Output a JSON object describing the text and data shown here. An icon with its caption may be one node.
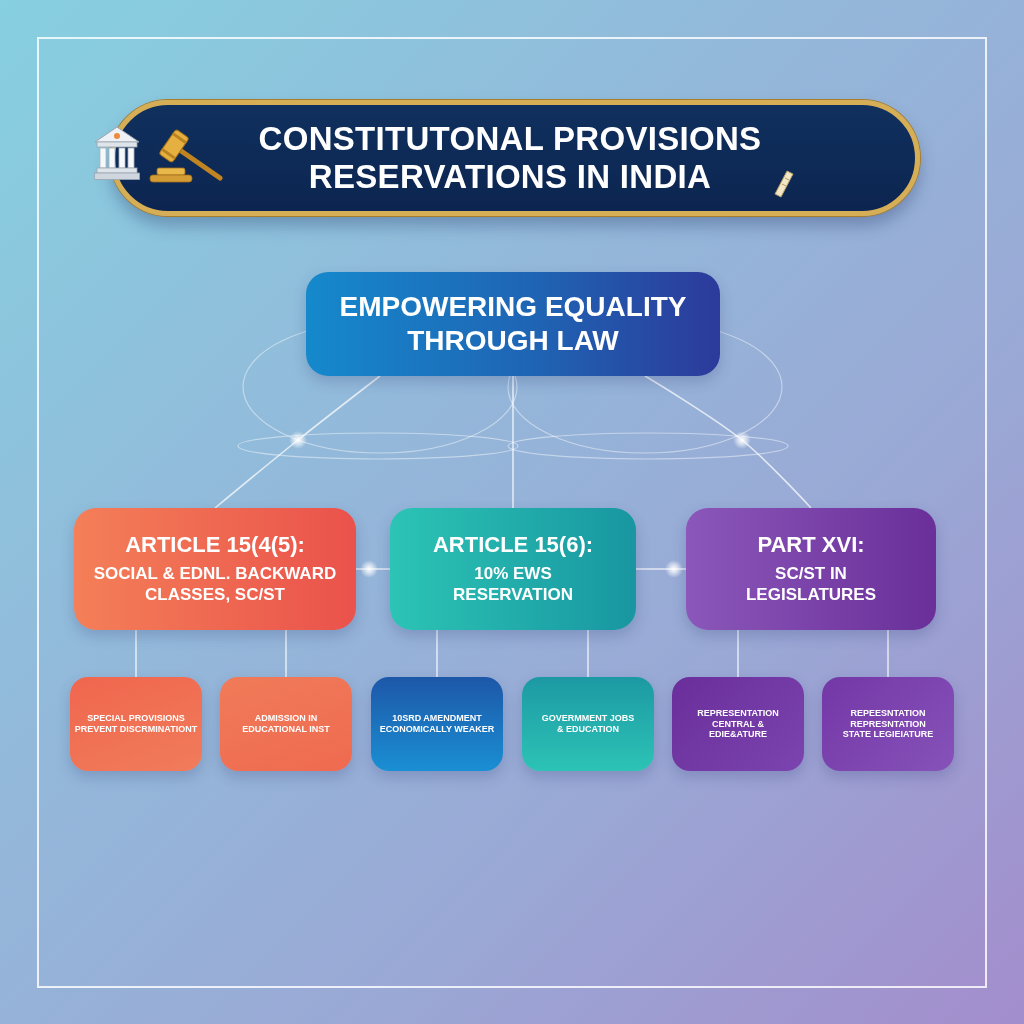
{
  "diagram": {
    "title": "CONSTITUTONAL PROVISIONS RESERVATIONS IN INDIA",
    "nodes": [
      {
        "text": [
          "EMPOWERING EQUALITY THROUGH LAW"
        ]
      },
      {
        "text": [
          "ARTICLE 15(4(5):",
          "SOCIAL & EDNL. BACKWARD CLASSES, SC/ST"
        ]
      },
      {
        "text": [
          "ARTICLE 15(6):",
          "10% EWS RESERVATION"
        ]
      },
      {
        "text": [
          "PART XVI:",
          "SC/ST IN LEGISLATURES"
        ]
      },
      {
        "text": [
          "SPECIAL PROVISIONS PREVENT DISCRMINATIONT"
        ]
      },
      {
        "text": [
          "ADMISSION IN EDUCATIONAL INST"
        ]
      },
      {
        "text": [
          "10SRD AMENDMENT ECONOMICALLY WEAKER"
        ]
      },
      {
        "text": [
          "GOVERMMENT JOBS & EDUCATION"
        ]
      },
      {
        "text": [
          "REPRESENTATION CENTRAL & EDIE&ATURE"
        ]
      },
      {
        "text": [
          "REPEESNTATION REPRESNTATION STATE LEGIEIATURE"
        ]
      }
    ],
    "edges": [
      {
        "from": 0,
        "to": 1,
        "arrow": "none"
      },
      {
        "from": 0,
        "to": 2,
        "arrow": "none"
      },
      {
        "from": 0,
        "to": 3,
        "arrow": "none"
      },
      {
        "from": 1,
        "to": 2,
        "arrow": "none"
      },
      {
        "from": 2,
        "to": 3,
        "arrow": "none"
      },
      {
        "from": 1,
        "to": 4,
        "arrow": "none"
      },
      {
        "from": 1,
        "to": 5,
        "arrow": "none"
      },
      {
        "from": 2,
        "to": 6,
        "arrow": "none"
      },
      {
        "from": 2,
        "to": 7,
        "arrow": "none"
      },
      {
        "from": 3,
        "to": 8,
        "arrow": "none"
      },
      {
        "from": 3,
        "to": 9,
        "arrow": "none"
      }
    ]
  }
}
